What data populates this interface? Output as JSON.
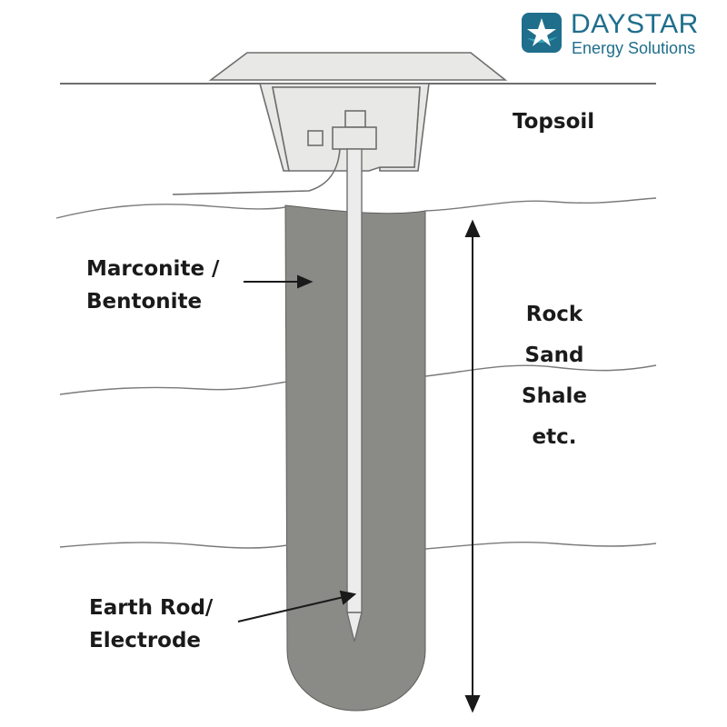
{
  "brand": {
    "name": "DAYSTAR",
    "tagline": "Energy Solutions",
    "colors": {
      "primary": "#1f6e8c",
      "accent": "#34a3b8"
    },
    "icon": "star-swoosh-logo"
  },
  "diagram": {
    "labels": {
      "topsoil": "Topsoil",
      "backfill": [
        "Marconite /",
        "Bentonite"
      ],
      "strata": [
        "Rock",
        "Sand",
        "Shale",
        "etc."
      ],
      "electrode": [
        "Earth Rod/",
        "Electrode"
      ]
    },
    "colors": {
      "backfill": "#8a8a87",
      "rod": "#ececec",
      "pit": "#e8e8e6",
      "outline": "#6e6e6e"
    }
  }
}
